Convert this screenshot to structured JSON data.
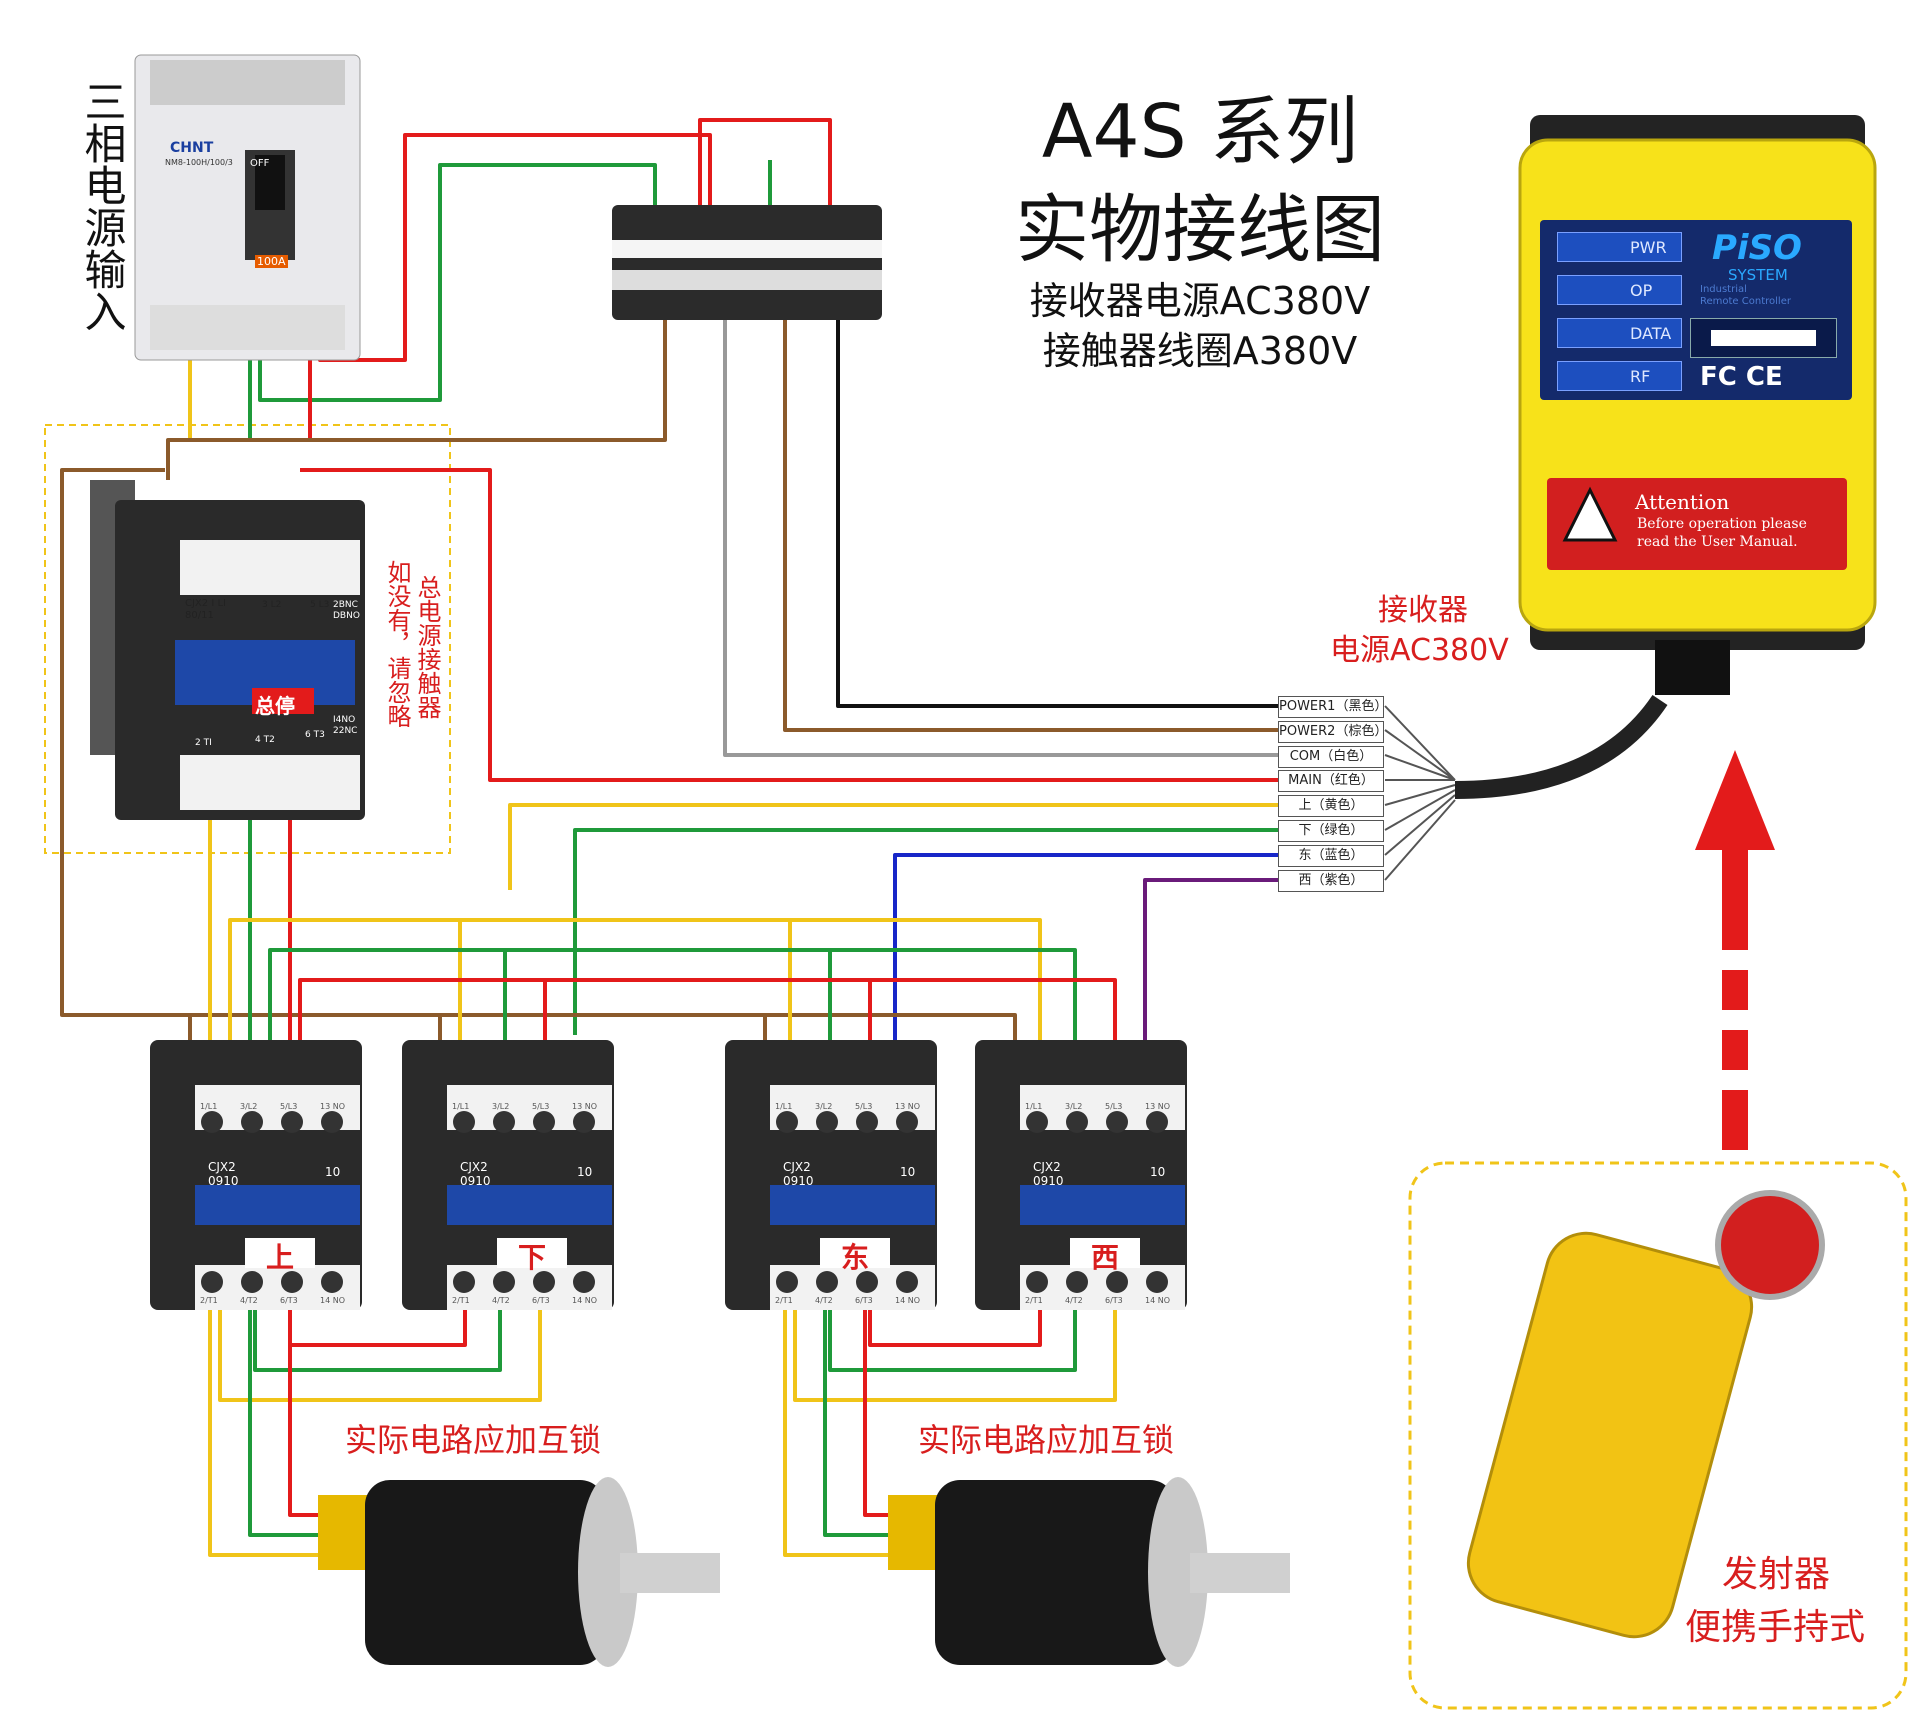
{
  "title": {
    "line1": "A4S 系列",
    "line2": "实物接线图",
    "sub1": "接收器电源AC380V",
    "sub2": "接触器线圈A380V"
  },
  "labels": {
    "three_phase_input": "三相电源输入",
    "main_contactor_note": "总电源接触器",
    "ignore_note": "如没有，请忽略",
    "main_stop": "总停",
    "receiver_power_1": "接收器",
    "receiver_power_2": "电源AC380V",
    "interlock_left": "实际电路应加互锁",
    "interlock_right": "实际电路应加互锁",
    "transmitter_1": "发射器",
    "transmitter_2": "便携手持式"
  },
  "breaker": {
    "brand": "CHNT",
    "model": "NM8-100H/100/3",
    "state": "OFF",
    "rating": "100A"
  },
  "main_contactor": {
    "model": "CJX2 I LI",
    "model2": "80/11",
    "terminals_top": [
      "3 L2",
      "5 L3"
    ],
    "terminals_bottom": [
      "2 TI",
      "4 T2",
      "6 T3"
    ],
    "aux": [
      "2BNC",
      "DBNO",
      "I4NO",
      "22NC"
    ]
  },
  "contactors": [
    {
      "label": "上",
      "model": "CJX2",
      "model2": "0910",
      "aux": "10"
    },
    {
      "label": "下",
      "model": "CJX2",
      "model2": "0910",
      "aux": "10"
    },
    {
      "label": "东",
      "model": "CJX2",
      "model2": "0910",
      "aux": "10"
    },
    {
      "label": "西",
      "model": "CJX2",
      "model2": "0910",
      "aux": "10"
    }
  ],
  "contactor_terms_top": [
    "1/L1",
    "3/L2",
    "5/L3",
    "13 NO"
  ],
  "contactor_terms_bottom": [
    "2/T1",
    "4/T2",
    "6/T3",
    "14 NO"
  ],
  "wire_tags": [
    {
      "text": "POWER1（黑色）",
      "color": "#111111"
    },
    {
      "text": "POWER2（棕色）",
      "color": "#8b5a2b"
    },
    {
      "text": "COM（白色）",
      "color": "#999999"
    },
    {
      "text": "MAIN（红色）",
      "color": "#e31b1b"
    },
    {
      "text": "上（黄色）",
      "color": "#f0c419"
    },
    {
      "text": "下（绿色）",
      "color": "#1f9a3a"
    },
    {
      "text": "东（蓝色）",
      "color": "#1726c8"
    },
    {
      "text": "西（紫色）",
      "color": "#6a1b7a"
    }
  ],
  "receiver": {
    "buttons": [
      "PWR",
      "OP",
      "DATA",
      "RF"
    ],
    "brand": "PiSO",
    "brand_sub": "SYSTEM",
    "brand_desc1": "Industrial",
    "brand_desc2": "Remote Controller",
    "certs": "FC CE",
    "warn_title": "Attention",
    "warn_line1": "Before operation please",
    "warn_line2": "read the User Manual."
  },
  "colors": {
    "yellow": "#f2c314",
    "green": "#1f9a3a",
    "red": "#e31b1b",
    "brown": "#8b5a2b",
    "housing": "#f7e21a"
  }
}
